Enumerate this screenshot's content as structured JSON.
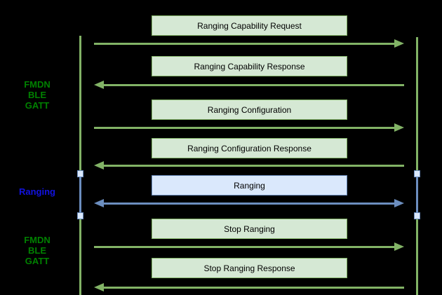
{
  "diagram": {
    "type": "sequence-diagram",
    "background": "#000000",
    "colors": {
      "green_fill": "#d5e8d4",
      "green_stroke": "#82b366",
      "blue_fill": "#dae8fc",
      "blue_stroke": "#6c8ebf",
      "side_label_green": "#008000",
      "side_label_blue": "#1212e0",
      "message_text": "#000000"
    },
    "side_labels": [
      {
        "text": "FMDN\nBLE\nGATT",
        "style": "green"
      },
      {
        "text": "Ranging",
        "style": "blue"
      },
      {
        "text": "FMDN\nBLE\nGATT",
        "style": "green"
      }
    ],
    "messages": [
      {
        "label": "Ranging Capability Request",
        "direction": "right",
        "style": "green"
      },
      {
        "label": "Ranging Capability Response",
        "direction": "left",
        "style": "green"
      },
      {
        "label": "Ranging Configuration",
        "direction": "right",
        "style": "green"
      },
      {
        "label": "Ranging Configuration Response",
        "direction": "left",
        "style": "green"
      },
      {
        "label": "Ranging",
        "direction": "both",
        "style": "blue"
      },
      {
        "label": "Stop Ranging",
        "direction": "right",
        "style": "green"
      },
      {
        "label": "Stop Ranging Response",
        "direction": "left",
        "style": "green"
      }
    ]
  }
}
